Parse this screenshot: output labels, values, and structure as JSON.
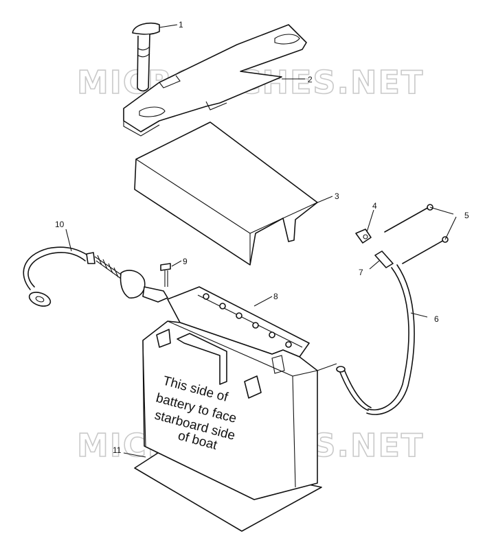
{
  "watermark": "MICROFICHES.NET",
  "battery_note": [
    "This side of",
    "battery to face",
    "starboard side",
    "of boat"
  ],
  "callouts": [
    "1",
    "2",
    "3",
    "4",
    "5",
    "6",
    "7",
    "8",
    "9",
    "10",
    "11"
  ]
}
